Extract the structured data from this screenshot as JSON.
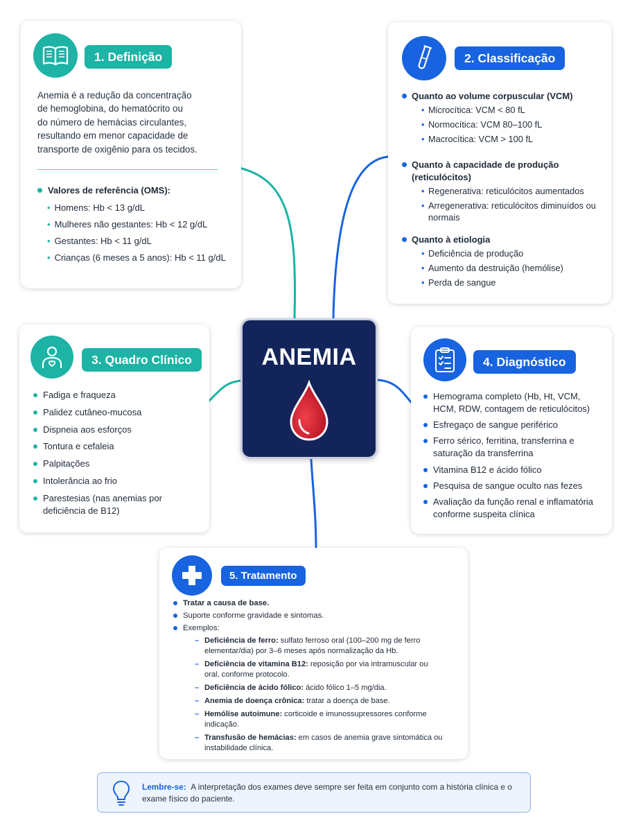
{
  "center": {
    "title": "ANEMIA",
    "drop_color": "#d0202f",
    "bg_color": "#13245a"
  },
  "colors": {
    "teal": "#1db3a5",
    "blue": "#1763e0"
  },
  "definition": {
    "icon": "open-book-icon",
    "title": "1. Definição",
    "text_lines": [
      "Anemia é a redução da concentração",
      "de hemoglobina, do hematócrito ou",
      "do número de hemácias circulantes,",
      "resultando em menor capacidade de",
      "transporte de oxigênio para os tecidos."
    ],
    "reference_heading": "Valores de referência (OMS):",
    "reference_items": [
      "Homens: Hb < 13 g/dL",
      "Mulheres não gestantes: Hb < 12 g/dL",
      "Gestantes: Hb < 11 g/dL",
      "Crianças (6 meses a 5 anos): Hb < 11 g/dL"
    ]
  },
  "classification": {
    "icon": "test-tube-icon",
    "title": "2. Classificação",
    "groups": [
      {
        "heading": "Quanto ao volume corpuscular (VCM)",
        "items": [
          "Microcítica: VCM < 80 fL",
          "Normocítica: VCM 80–100 fL",
          "Macrocítica: VCM > 100 fL"
        ]
      },
      {
        "heading": "Quanto à capacidade de produção (reticulócitos)",
        "items": [
          "Regenerativa: reticulócitos aumentados",
          "Arregenerativa: reticulócitos diminuídos ou normais"
        ]
      },
      {
        "heading": "Quanto à etiologia",
        "items": [
          "Deficiência de produção",
          "Aumento da destruição (hemólise)",
          "Perda de sangue"
        ]
      }
    ]
  },
  "clinical": {
    "icon": "patient-heart-icon",
    "title": "3. Quadro Clínico",
    "items": [
      "Fadiga e fraqueza",
      "Palidez cutâneo-mucosa",
      "Dispneia aos esforços",
      "Tontura e cefaleia",
      "Palpitações",
      "Intolerância ao frio",
      "Parestesias (nas anemias por deficiência de B12)"
    ]
  },
  "diagnosis": {
    "icon": "clipboard-checklist-icon",
    "title": "4. Diagnóstico",
    "items": [
      "Hemograma completo (Hb, Ht, VCM, HCM, RDW, contagem de reticulócitos)",
      "Esfregaço de sangue periférico",
      "Ferro sérico, ferritina, transferrina e saturação da transferrina",
      "Vitamina B12 e ácido fólico",
      "Pesquisa de sangue oculto nas fezes",
      "Avaliação da função renal e inflamatória conforme suspeita clínica"
    ]
  },
  "treatment": {
    "icon": "medical-cross-icon",
    "title": "5. Tratamento",
    "items": [
      "Tratar a causa de base.",
      "Suporte conforme gravidade e sintomas.",
      "Exemplos:"
    ],
    "examples": [
      {
        "label": "Deficiência de ferro:",
        "text": "sulfato ferroso oral (100–200 mg de ferro elementar/dia) por 3–6 meses após normalização da Hb."
      },
      {
        "label": "Deficiência de vitamina B12:",
        "text": "reposição por via intramuscular ou oral, conforme protocolo."
      },
      {
        "label": "Deficiência de ácido fólico:",
        "text": "ácido fólico 1–5 mg/dia."
      },
      {
        "label": "Anemia de doença crônica:",
        "text": "tratar a doença de base."
      },
      {
        "label": "Hemólise autoimune:",
        "text": "corticoide e imunossupressores conforme indicação."
      },
      {
        "label": "Transfusão de hemácias:",
        "text": "em casos de anemia grave sintomática ou instabilidade clínica."
      }
    ]
  },
  "reminder": {
    "icon": "lightbulb-icon",
    "label": "Lembre-se:",
    "text": "A interpretação dos exames deve sempre ser feita em conjunto com a história clínica e o exame físico do paciente."
  }
}
